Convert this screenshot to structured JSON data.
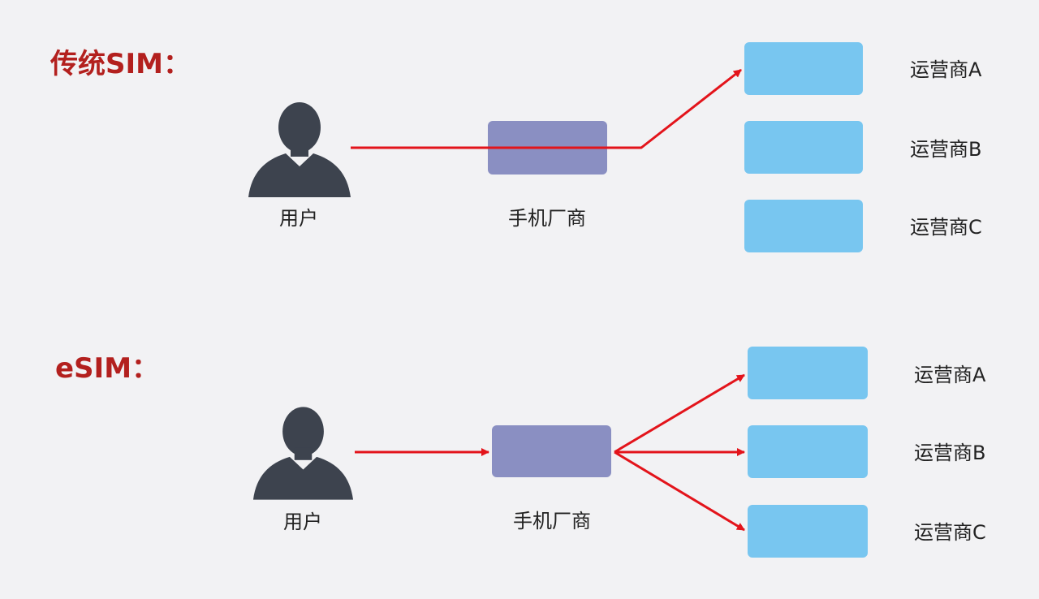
{
  "colors": {
    "background": "#f2f2f4",
    "title": "#b3201e",
    "arrow": "#e3141b",
    "user_icon": "#3d434e",
    "manufacturer_box": "#8a8fc2",
    "carrier_box": "#78c6f0",
    "label_text": "#222222"
  },
  "icons": {
    "user": "user-silhouette-icon"
  },
  "traditional": {
    "title": "传统SIM：",
    "user_label": "用户",
    "manufacturer_label": "手机厂商",
    "carriers": [
      "运营商A",
      "运营商B",
      "运营商C"
    ]
  },
  "esim": {
    "title": "eSIM：",
    "user_label": "用户",
    "manufacturer_label": "手机厂商",
    "carriers": [
      "运营商A",
      "运营商B",
      "运营商C"
    ]
  }
}
